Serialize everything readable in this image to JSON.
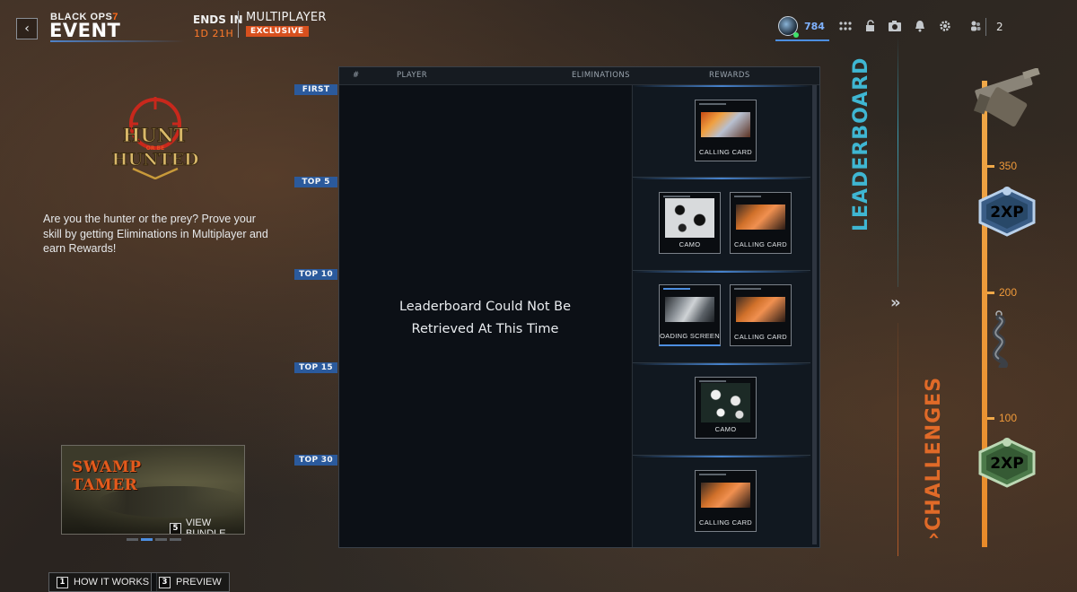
{
  "header": {
    "back_icon": "chevron-left-icon",
    "game_logo_main": "BLACK OPS",
    "game_logo_num": "7",
    "title": "EVENT",
    "ends_label": "ENDS IN",
    "ends_value": "1D 21H",
    "mode": "MULTIPLAYER",
    "badge": "EXCLUSIVE",
    "player_level": "784",
    "friends_count": "2",
    "nav_icons": [
      "grid-icon",
      "lock-icon",
      "camera-icon",
      "bell-icon",
      "gear-icon",
      "friends-icon"
    ]
  },
  "event": {
    "logo_line1": "HUNT",
    "logo_mid": "OR BE",
    "logo_line2": "HUNTED",
    "description": "Are you the hunter or the prey? Prove your skill by getting Eliminations in Multiplayer and earn Rewards!"
  },
  "bundle": {
    "title_line1": "SWAMP",
    "title_line2": "TAMER",
    "key": "5",
    "label": "VIEW BUNDLE",
    "carousel_pages": 4,
    "carousel_active": 2
  },
  "footer": {
    "buttons": [
      {
        "key": "1",
        "label": "HOW IT WORKS"
      },
      {
        "key": "3",
        "label": "PREVIEW"
      }
    ]
  },
  "tiers": [
    "FIRST",
    "TOP 5",
    "TOP 10",
    "TOP 15",
    "TOP 30"
  ],
  "table": {
    "columns": [
      "#",
      "PLAYER",
      "ELIMINATIONS",
      "REWARDS"
    ],
    "error_line1": "Leaderboard Could Not Be",
    "error_line2": "Retrieved At This Time"
  },
  "rewards": [
    [
      {
        "label": "CALLING CARD"
      }
    ],
    [
      {
        "label": "CAMO"
      },
      {
        "label": "CALLING CARD"
      }
    ],
    [
      {
        "label": "LOADING SCREEN",
        "shown": "OADING SCREEN"
      },
      {
        "label": "CALLING CARD"
      }
    ],
    [
      {
        "label": "CAMO"
      }
    ],
    [
      {
        "label": "CALLING CARD"
      }
    ]
  ],
  "side": {
    "leaderboard_label": "LEADERBOARD",
    "challenges_label": "›CHALLENGES",
    "expand_icon": "double-chevron-right-icon",
    "milestones": [
      "350",
      "200",
      "100"
    ],
    "xp_badge": "2XP"
  },
  "colors": {
    "accent_blue": "#4c8ee0",
    "accent_orange": "#e06a28",
    "leaderboard_cyan": "#3fb6d2",
    "track_orange": "#f0a848"
  }
}
